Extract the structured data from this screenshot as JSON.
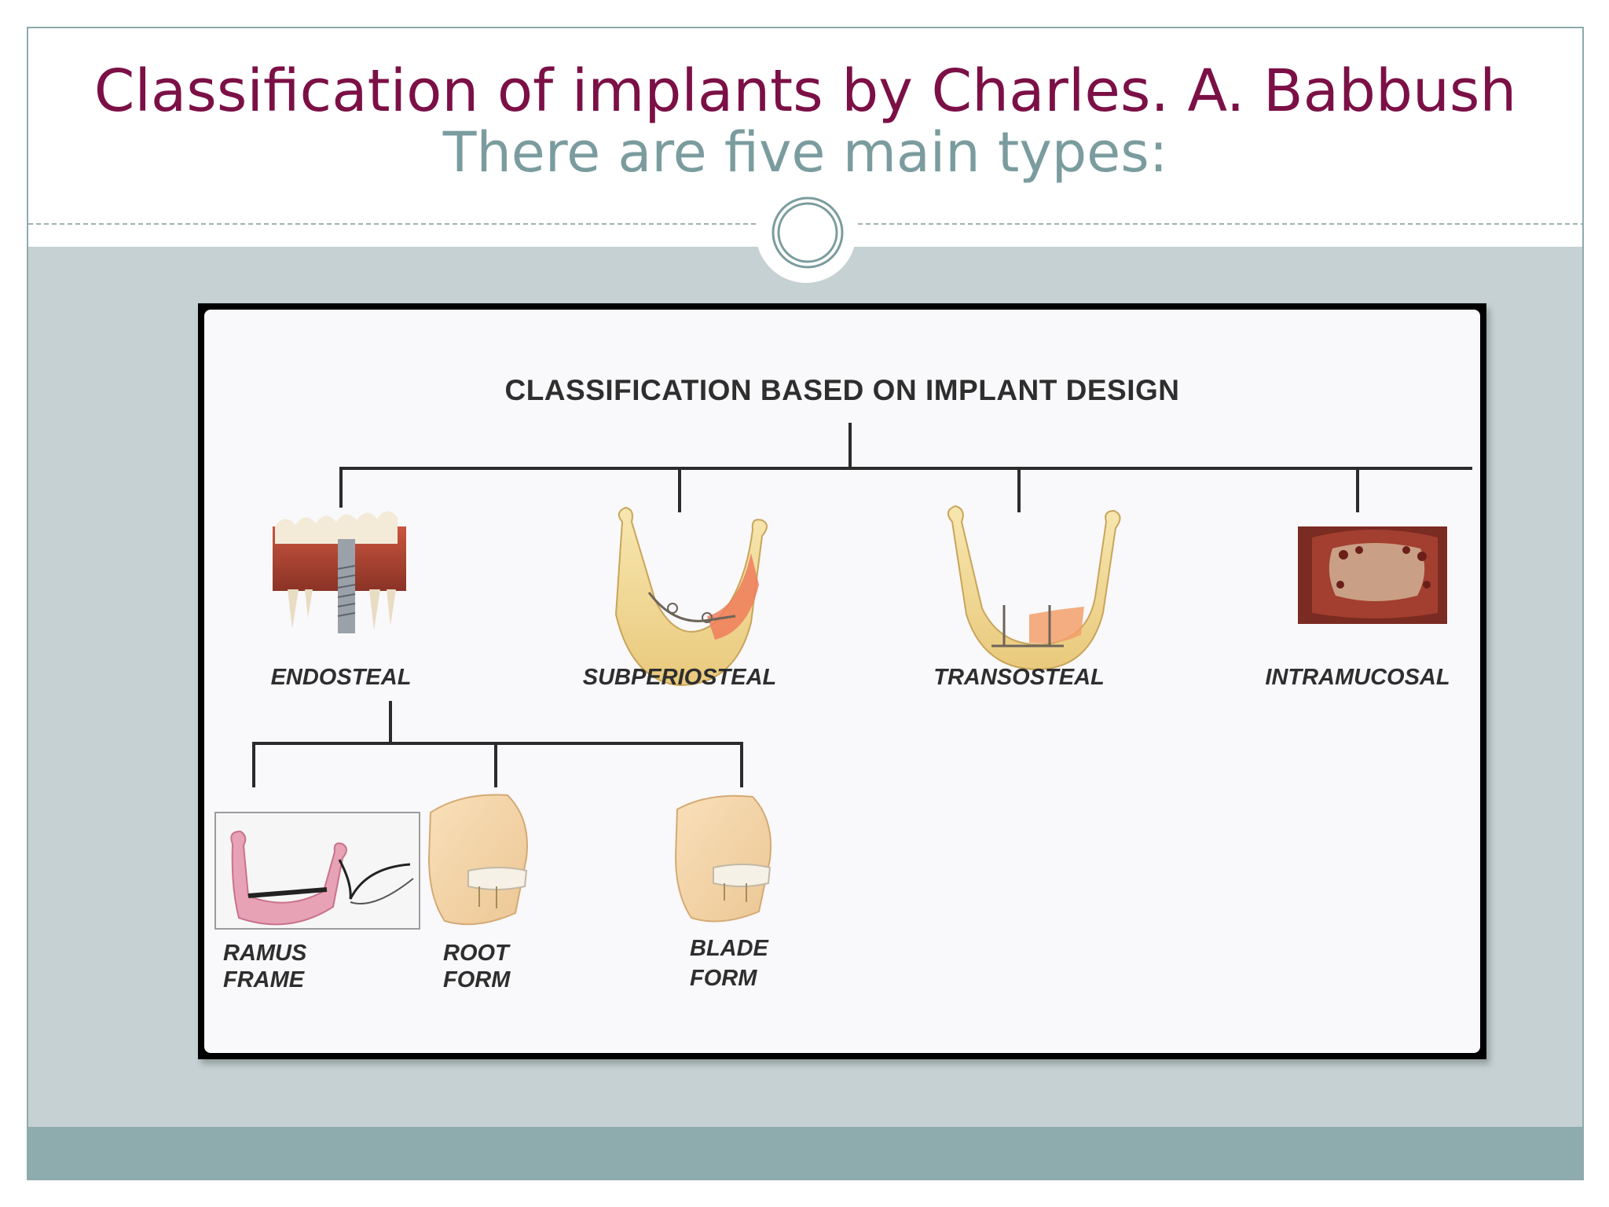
{
  "slide": {
    "title": "Classification of implants by Charles. A. Babbush",
    "subtitle": "There are five main types:"
  },
  "diagram": {
    "title": "CLASSIFICATION BASED ON IMPLANT DESIGN",
    "types": [
      {
        "label": "ENDOSTEAL",
        "icon": "endosteal-implant-teeth-image"
      },
      {
        "label": "SUBPERIOSTEAL",
        "icon": "subperiosteal-mandible-image"
      },
      {
        "label": "TRANSOSTEAL",
        "icon": "transosteal-mandible-image"
      },
      {
        "label": "INTRAMUCOSAL",
        "icon": "intramucosal-palate-image"
      }
    ],
    "subtypes": [
      {
        "line1": "RAMUS",
        "line2": "FRAME",
        "icon": "ramus-frame-image"
      },
      {
        "line1": "ROOT",
        "line2": "FORM",
        "icon": "root-form-jaw-image"
      },
      {
        "line1": "BLADE",
        "line2": "FORM",
        "icon": "blade-form-jaw-image"
      }
    ]
  },
  "colors": {
    "title": "#7b1046",
    "subtitle": "#7b9c9e",
    "content_background": "#c5d1d3",
    "footer_band": "#8eabad"
  }
}
